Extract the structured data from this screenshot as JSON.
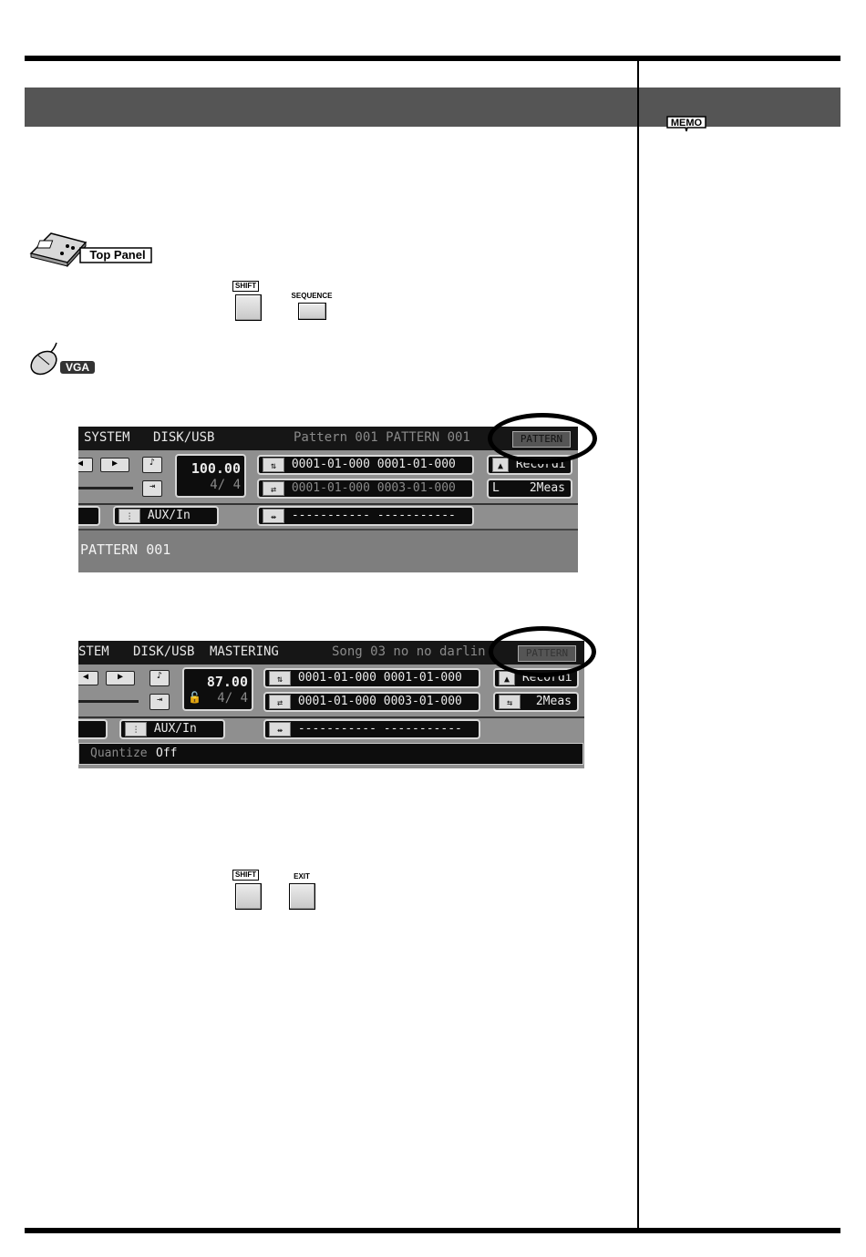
{
  "memo_label": "MEMO",
  "top_panel_label": "Top Panel",
  "vga_label": "VGA",
  "keys1": {
    "shift": "SHIFT",
    "sequence": "SEQUENCE"
  },
  "keys2": {
    "shift": "SHIFT",
    "exit": "EXIT"
  },
  "screen1": {
    "menu_system": "SYSTEM",
    "menu_disk": "DISK/USB",
    "status": "Pattern 001 PATTERN 001",
    "mode_button": "PATTERN",
    "tempo": "100.00",
    "beat": "4/ 4",
    "punch_range": "0001-01-000  0001-01-000",
    "loop_range": "0001-01-000  0003-01-000",
    "record_label": "Recordi",
    "loop_len_prefix": "L",
    "loop_len": "2Meas",
    "aux_label": "AUX/In",
    "marker_range": "-----------  -----------",
    "pattern_name": "PATTERN 001"
  },
  "screen2": {
    "menu_system": "STEM",
    "menu_disk": "DISK/USB",
    "menu_mastering": "MASTERING",
    "status": "Song 03 no no darlin",
    "mode_button": "PATTERN",
    "tempo": "87.00",
    "beat": "4/ 4",
    "punch_range": "0001-01-000  0001-01-000",
    "loop_range": "0001-01-000  0003-01-000",
    "record_label": "Recordi",
    "loop_len": "2Meas",
    "aux_label": "AUX/In",
    "marker_range": "-----------  -----------",
    "quantize_label": "Quantize",
    "quantize_value": "Off"
  }
}
